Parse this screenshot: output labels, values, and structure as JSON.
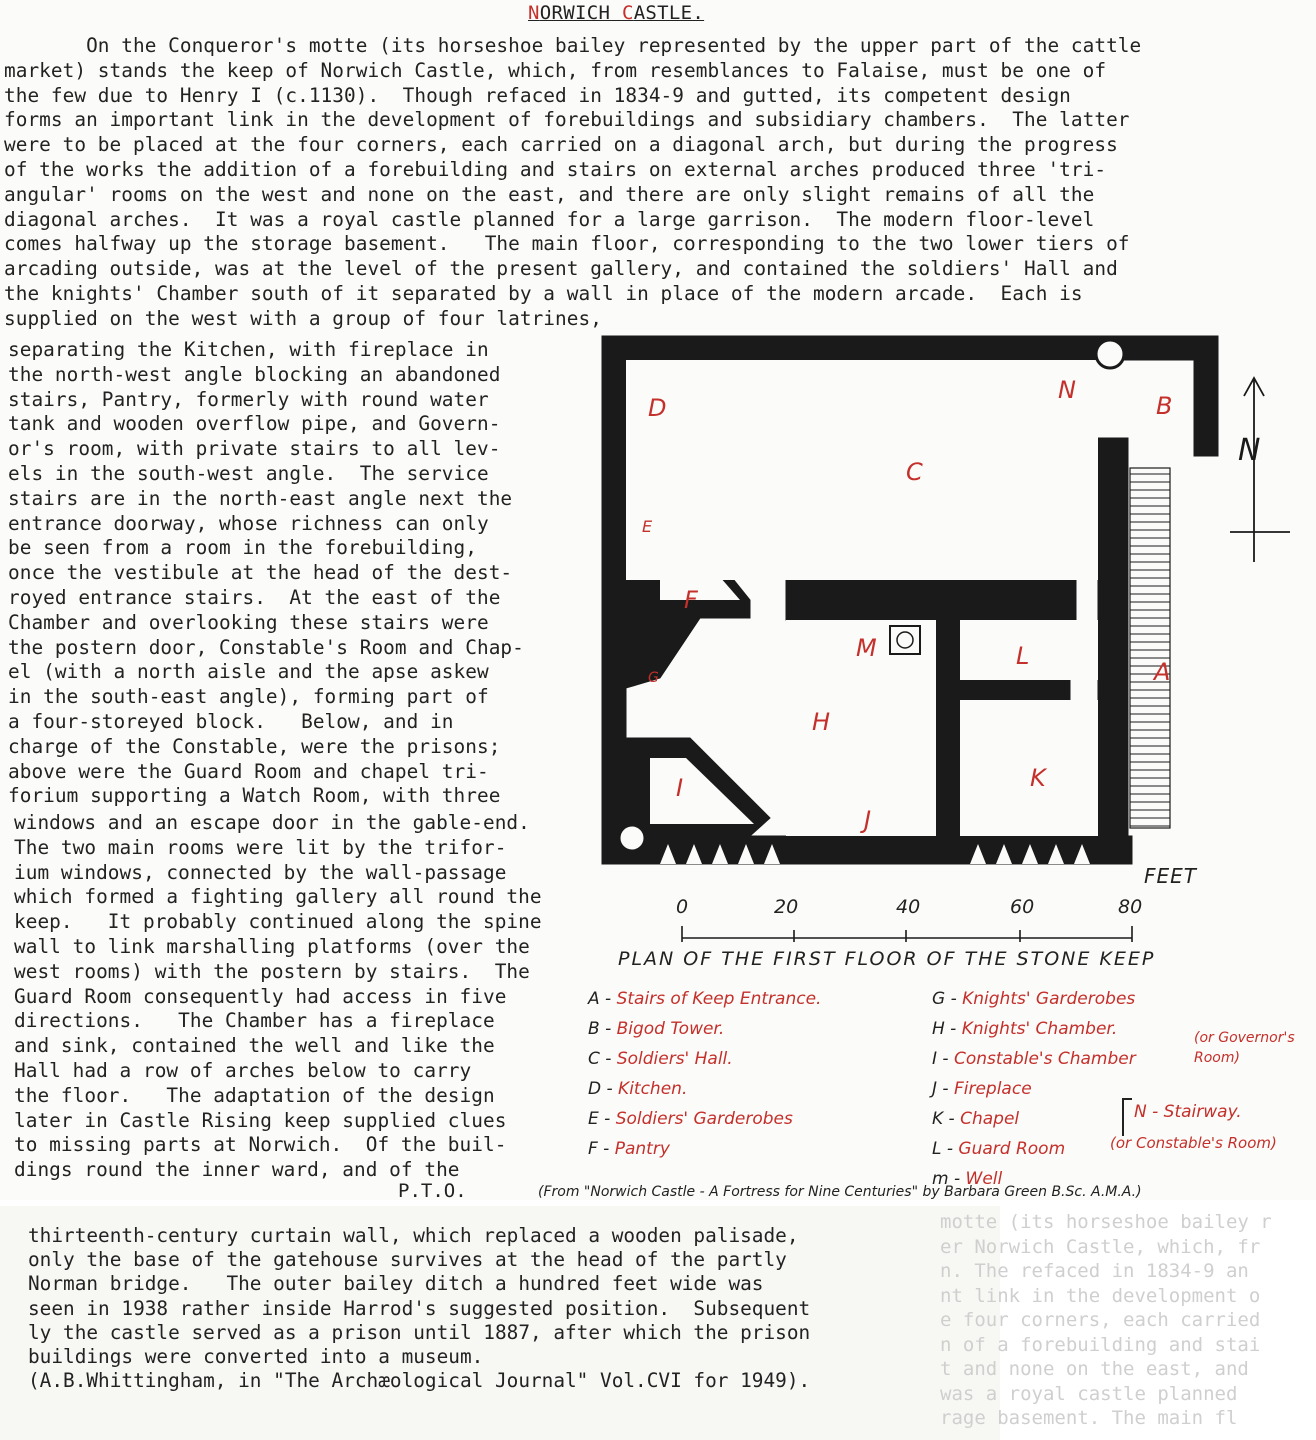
{
  "title": "NORWICH CASTLE.",
  "title_red_letters": "#c4302b",
  "text_block_1": [
    "       On the Conqueror's motte (its horseshoe bailey represented by the upper part of the cattle",
    "market) stands the keep of Norwich Castle, which, from resemblances to Falaise, must be one of",
    "the few due to Henry I (c.1130).  Though refaced in 1834-9 and gutted, its competent design",
    "forms an important link in the development of forebuildings and subsidiary chambers.  The latter",
    "were to be placed at the four corners, each carried on a diagonal arch, but during the progress",
    "of the works the addition of a forebuilding and stairs on external arches produced three 'tri-",
    "angular' rooms on the west and none on the east, and there are only slight remains of all the",
    "diagonal arches.  It was a royal castle planned for a large garrison.  The modern floor-level",
    "comes halfway up the storage basement.   The main floor, corresponding to the two lower tiers of",
    "arcading outside, was at the level of the present gallery, and contained the soldiers' Hall and",
    "the knights' Chamber south of it separated by a wall in place of the modern arcade.  Each is",
    "supplied on the west with a group of four latrines,"
  ],
  "text_block_2": [
    "separating the Kitchen, with fireplace in",
    "the north-west angle blocking an abandoned",
    "stairs, Pantry, formerly with round water",
    "tank and wooden overflow pipe, and Govern-",
    "or's room, with private stairs to all lev-",
    "els in the south-west angle.  The service",
    "stairs are in the north-east angle next the",
    "entrance doorway, whose richness can only",
    "be seen from a room in the forebuilding,",
    "once the vestibule at the head of the dest-",
    "royed entrance stairs.  At the east of the",
    "Chamber and overlooking these stairs were",
    "the postern door, Constable's Room and Chap-",
    "el (with a north aisle and the apse askew",
    "in the south-east angle), forming part of",
    "a four-storeyed block.   Below, and in",
    "charge of the Constable, were the prisons;",
    "above were the Guard Room and chapel tri-",
    "forium supporting a Watch Room, with three"
  ],
  "text_block_3": [
    "windows and an escape door in the gable-end.",
    "The two main rooms were lit by the trifor-",
    "ium windows, connected by the wall-passage",
    "which formed a fighting gallery all round the",
    "keep.   It probably continued along the spine",
    "wall to link marshalling platforms (over the",
    "west rooms) with the postern by stairs.  The",
    "Guard Room consequently had access in five",
    "directions.   The Chamber has a fireplace",
    "and sink, contained the well and like the",
    "Hall had a row of arches below to carry",
    "the floor.   The adaptation of the design",
    "later in Castle Rising keep supplied clues",
    "to missing parts at Norwich.  Of the buil-",
    "dings round the inner ward, and of the"
  ],
  "pto": "P.T.O.",
  "text_block_4": [
    "thirteenth-century curtain wall, which replaced a wooden palisade,",
    "only the base of the gatehouse survives at the head of the partly",
    "Norman bridge.   The outer bailey ditch a hundred feet wide was",
    "seen in 1938 rather inside Harrod's suggested position.  Subsequent",
    "ly the castle served as a prison until 1887, after which the prison",
    "buildings were converted into a museum.",
    "(A.B.Whittingham, in \"The Archæological Journal\" Vol.CVI for 1949)."
  ],
  "bleed_through": [
    "motte (its horseshoe bailey r",
    "er Norwich Castle, which, fr",
    "n. The refaced in 1834-9 an",
    "nt link in the development o",
    "e four corners, each carried",
    "n of a forebuilding and stai",
    "t and none on the east, and",
    "was a royal castle planned",
    "rage basement.  The main fl"
  ],
  "plan": {
    "labels": {
      "A": "A",
      "B": "B",
      "C": "C",
      "D": "D",
      "E": "E",
      "F": "F",
      "G": "G",
      "H": "H",
      "I": "I",
      "J": "J",
      "K": "K",
      "L": "L",
      "M": "M",
      "N": "N"
    },
    "north_label": "N",
    "scale_unit": "FEET",
    "scale_ticks": [
      "0",
      "20",
      "40",
      "60",
      "80"
    ],
    "title": "PLAN OF THE FIRST FLOOR OF THE STONE KEEP",
    "legend_left": [
      {
        "key": "A",
        "text": "Stairs of Keep Entrance."
      },
      {
        "key": "B",
        "text": "Bigod Tower."
      },
      {
        "key": "C",
        "text": "Soldiers' Hall."
      },
      {
        "key": "D",
        "text": "Kitchen."
      },
      {
        "key": "E",
        "text": "Soldiers' Garderobes"
      },
      {
        "key": "F",
        "text": "Pantry"
      }
    ],
    "legend_right": [
      {
        "key": "G",
        "text": "Knights' Garderobes"
      },
      {
        "key": "H",
        "text": "Knights' Chamber."
      },
      {
        "key": "I",
        "text": "Constable's Chamber"
      },
      {
        "key": "J",
        "text": "Fireplace"
      },
      {
        "key": "K",
        "text": "Chapel"
      },
      {
        "key": "L",
        "text": "Guard Room"
      },
      {
        "key": "m",
        "text": "Well"
      }
    ],
    "note_governor": "(or Governor's Room)",
    "note_stairway": "N - Stairway.",
    "note_constable": "(or Constable's Room)",
    "source": "(From \"Norwich Castle - A Fortress for Nine Centuries\" by Barbara Green B.Sc. A.M.A.)",
    "colors": {
      "ink": "#1a1a1a",
      "red": "#c4302b"
    }
  }
}
